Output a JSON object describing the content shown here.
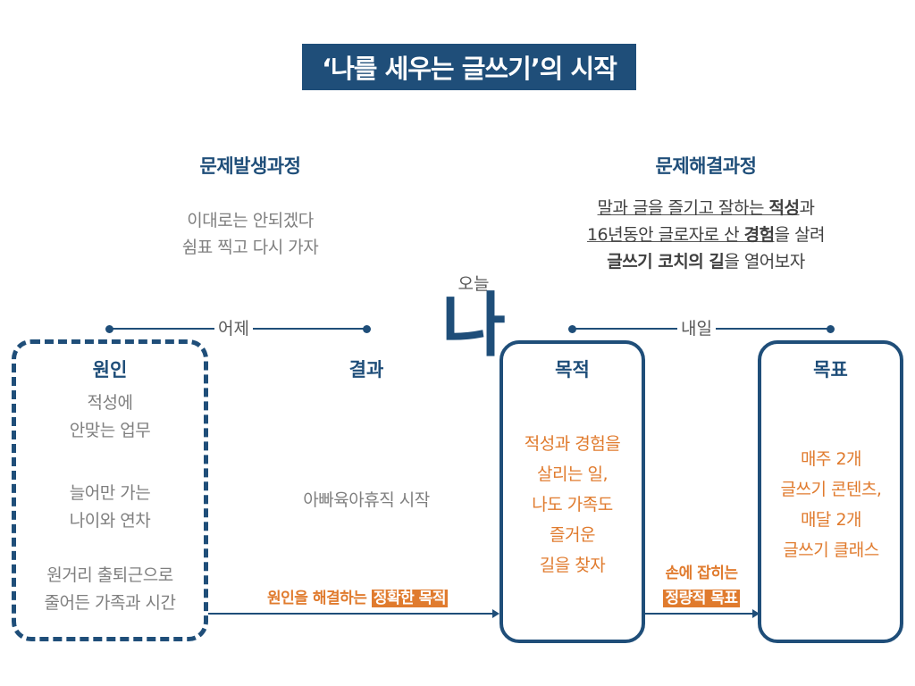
{
  "title": "‘나를 세우는 글쓰기’의 시작",
  "colors": {
    "navy": "#1f4e79",
    "orange": "#e07b2e",
    "gray_text": "#7f7f7f",
    "dark_text": "#404040"
  },
  "problem_process": {
    "heading": "문제발생과정",
    "lines": [
      "이대로는 안되겠다",
      "쉼표 찍고 다시 가자"
    ]
  },
  "solution_process": {
    "heading": "문제해결과정",
    "line1": {
      "plain1": "말과 글을 즐기고 잘하는 ",
      "bold": "적성",
      "plain2": "과"
    },
    "line2": {
      "plain1": "16년동안 글로자로 산 ",
      "bold": "경험",
      "plain2": "을 살려"
    },
    "line3": {
      "bold": "글쓰기 코치의 길",
      "plain": "을 열어보자"
    }
  },
  "today": {
    "label": "오늘",
    "big": "나"
  },
  "timeline": {
    "yesterday": "어제",
    "tomorrow": "내일"
  },
  "boxes": {
    "cause": {
      "title": "원인",
      "items": [
        [
          "적성에",
          "안맞는 업무"
        ],
        [
          "늘어만 가는",
          "나이와 연차"
        ],
        [
          "원거리 출퇴근으로",
          "줄어든 가족과 시간"
        ]
      ]
    },
    "result": {
      "title": "결과",
      "text": "아빠육아휴직 시작"
    },
    "purpose": {
      "title": "목적",
      "lines": [
        "적성과 경험을",
        "살리는 일,",
        "나도 가족도",
        "즐거운",
        "길을 찾자"
      ]
    },
    "goal": {
      "title": "목표",
      "lines": [
        "매주 2개",
        "글쓰기 콘텐츠,",
        "매달 2개",
        "글쓰기 클래스"
      ]
    }
  },
  "arrows": {
    "cause_to_purpose": {
      "plain": "원인을 해결하는 ",
      "highlight": "정확한 목적"
    },
    "purpose_to_goal": {
      "plain": "손에 잡히는",
      "highlight": "정량적 목표"
    }
  }
}
